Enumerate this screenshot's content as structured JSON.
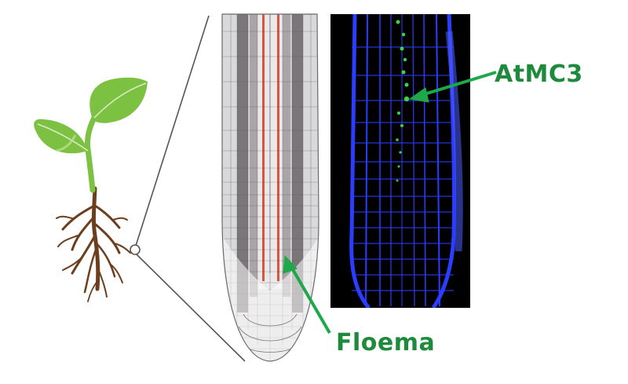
{
  "labels": {
    "marker": "AtMC3",
    "tissue": "Floema"
  },
  "colors": {
    "label_green": "#1e8a3c",
    "arrow_green": "#1fa84a",
    "leaf_green": "#7dc142",
    "root_brown": "#6b3f1e",
    "phloem_red": "#d9553f",
    "micrograph_blue": "#2b3dff",
    "signal_green": "#3cd24a"
  },
  "icons": [
    "seedling-illustration",
    "root-tip-schematic",
    "confocal-micrograph"
  ]
}
